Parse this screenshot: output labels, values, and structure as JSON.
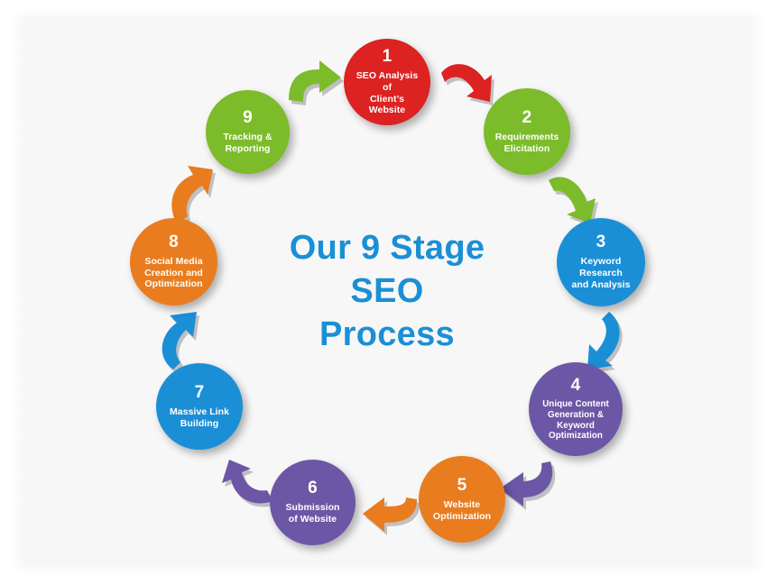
{
  "diagram": {
    "type": "circular-process-cycle",
    "title_lines": [
      "Our 9 Stage",
      "SEO",
      "Process"
    ],
    "title_color": "#1b8fd6",
    "background_color": "#f7f7f7",
    "stage_count": 9,
    "stages": [
      {
        "number": "1",
        "label": "SEO Analysis of Client’s Website",
        "lines": [
          "SEO Analysis of",
          "Client’s Website"
        ],
        "color": "#dd2222",
        "color_name": "red"
      },
      {
        "number": "2",
        "label": "Requirements Elicitation",
        "lines": [
          "Requirements",
          "Elicitation"
        ],
        "color": "#7cbb2a",
        "color_name": "green"
      },
      {
        "number": "3",
        "label": "Keyword Research and Analysis",
        "lines": [
          "Keyword Research",
          "and Analysis"
        ],
        "color": "#1b8fd6",
        "color_name": "blue"
      },
      {
        "number": "4",
        "label": "Unique Content Generation & Keyword Optimization",
        "lines": [
          "Unique Content",
          "Generation &",
          "Keyword",
          "Optimization"
        ],
        "color": "#6b57a5",
        "color_name": "purple"
      },
      {
        "number": "5",
        "label": "Website Optimization",
        "lines": [
          "Website",
          "Optimization"
        ],
        "color": "#e97c1e",
        "color_name": "orange"
      },
      {
        "number": "6",
        "label": "Submission of Website",
        "lines": [
          "Submission",
          "of Website"
        ],
        "color": "#6b57a5",
        "color_name": "purple"
      },
      {
        "number": "7",
        "label": "Massive Link Building",
        "lines": [
          "Massive Link",
          "Building"
        ],
        "color": "#1b8fd6",
        "color_name": "blue"
      },
      {
        "number": "8",
        "label": "Social Media Creation and Optimization",
        "lines": [
          "Social Media",
          "Creation and",
          "Optimization"
        ],
        "color": "#e97c1e",
        "color_name": "orange"
      },
      {
        "number": "9",
        "label": "Tracking & Reporting",
        "lines": [
          "Tracking &",
          "Reporting"
        ],
        "color": "#7cbb2a",
        "color_name": "green"
      }
    ],
    "arrows": [
      {
        "from": "9",
        "to": "1",
        "color": "#7cbb2a",
        "direction": "right"
      },
      {
        "from": "1",
        "to": "2",
        "color": "#dd2222",
        "direction": "down-right"
      },
      {
        "from": "2",
        "to": "3",
        "color": "#7cbb2a",
        "direction": "down-right"
      },
      {
        "from": "3",
        "to": "4",
        "color": "#1b8fd6",
        "direction": "down-left"
      },
      {
        "from": "4",
        "to": "5",
        "color": "#6b57a5",
        "direction": "down-left"
      },
      {
        "from": "5",
        "to": "6",
        "color": "#e97c1e",
        "direction": "left"
      },
      {
        "from": "6",
        "to": "7",
        "color": "#6b57a5",
        "direction": "up-left"
      },
      {
        "from": "7",
        "to": "8",
        "color": "#1b8fd6",
        "direction": "up"
      },
      {
        "from": "8",
        "to": "9",
        "color": "#e97c1e",
        "direction": "up-right"
      }
    ]
  }
}
